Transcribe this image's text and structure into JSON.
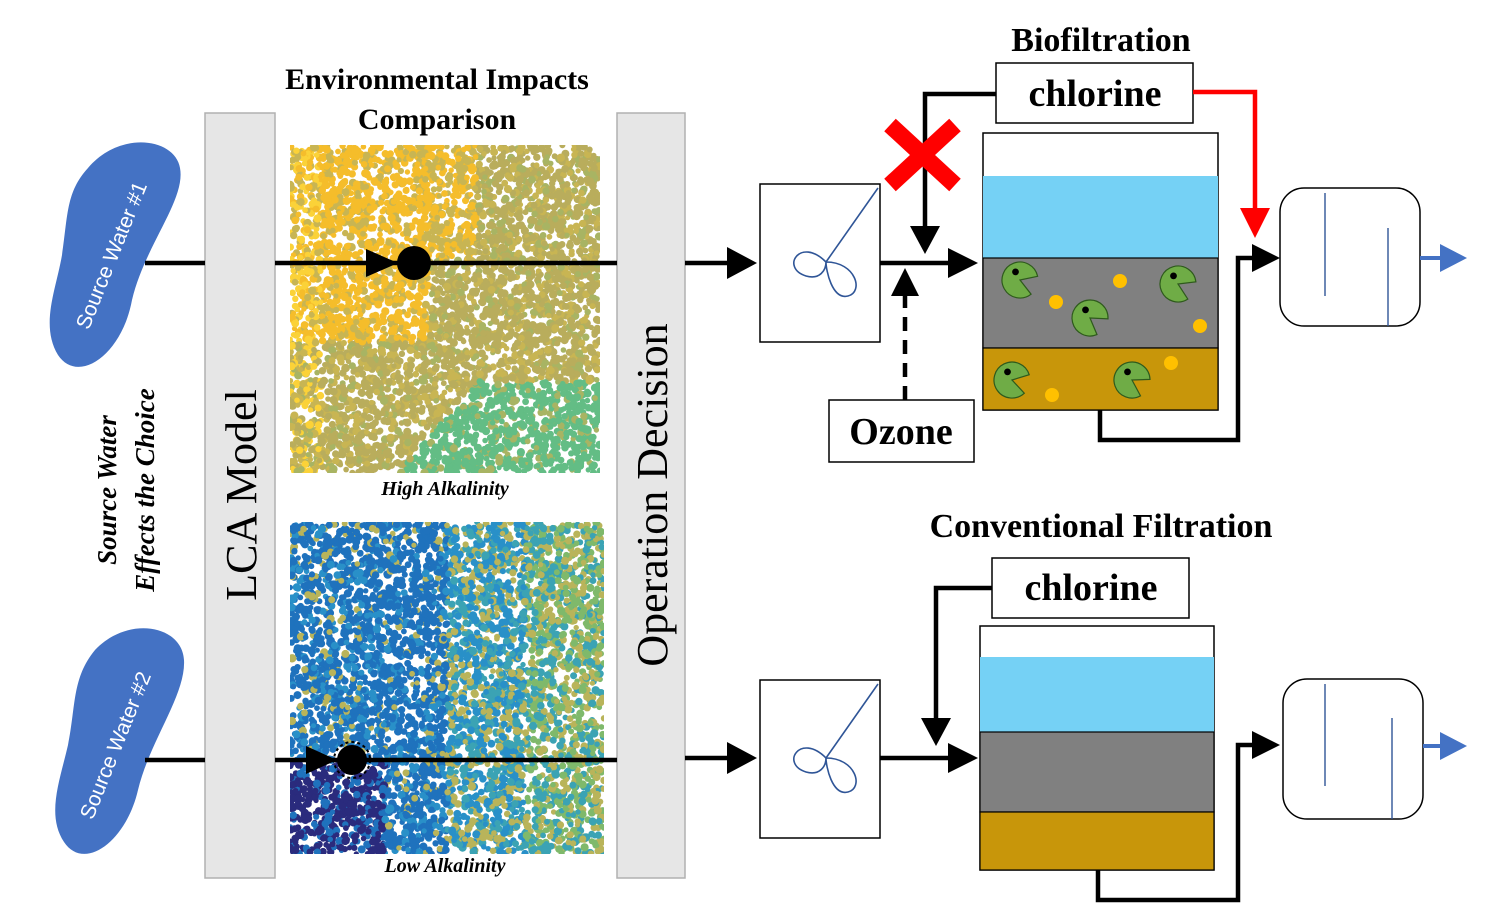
{
  "sources": [
    {
      "label": "Source Water #1",
      "color": "#4472c4"
    },
    {
      "label": "Source Water #2",
      "color": "#4472c4"
    }
  ],
  "side_note": {
    "line1": "Source Water",
    "line2": "Effects the Choice"
  },
  "lca_label": "LCA Model",
  "decision_label": "Operation Decision",
  "impacts_title": {
    "line1": "Environmental Impacts",
    "line2": "Comparison"
  },
  "scatter": {
    "high_label": "High Alkalinity",
    "low_label": "Low Alkalinity",
    "high_palette": [
      "#f5bd2b",
      "#fbd238",
      "#c8b553",
      "#b9ad5c",
      "#a8b463",
      "#63bd85"
    ],
    "low_palette": [
      "#1f72bd",
      "#2990c8",
      "#3ba3b4",
      "#7fb96b",
      "#b9b45a",
      "#2a2b7d"
    ]
  },
  "biofiltration": {
    "title": "Biofiltration",
    "chlorine_label": "chlorine",
    "ozone_label": "Ozone"
  },
  "conventional": {
    "title": "Conventional Filtration",
    "chlorine_label": "chlorine"
  },
  "colors": {
    "water": "#75d1f5",
    "gravel": "#808080",
    "sand": "#c8960a",
    "microbe": "#6fac46",
    "particle": "#ffc000",
    "block_x": "#ff0000",
    "chlorine_arrow": "#ff0000",
    "outflow_arrow": "#4472c4",
    "panel": "#e6e6e6"
  },
  "icons": [
    "red-x-icon",
    "mixer-icon",
    "outflow-arrow-icon",
    "pacman-microbe-icon"
  ]
}
